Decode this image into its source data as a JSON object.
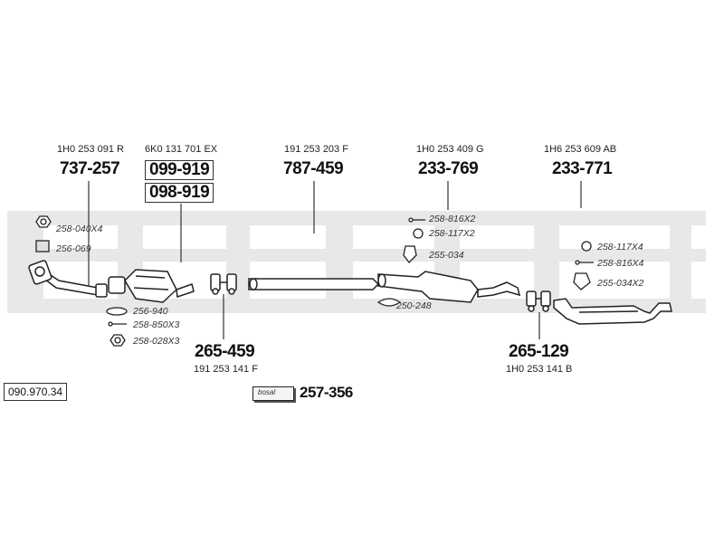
{
  "diagram_id": "090.970.34",
  "assemblies": [
    {
      "oem": "1H0 253 091 R",
      "part": "737-257"
    },
    {
      "oem": "6K0 131 701 EX",
      "parts": [
        "099-919",
        "098-919"
      ]
    },
    {
      "oem": "191 253 203 F",
      "part": "787-459"
    },
    {
      "oem": "1H0 253 409 G",
      "part": "233-769"
    },
    {
      "oem": "1H6 253 609 AB",
      "part": "233-771"
    },
    {
      "oem": "191 253 141 F",
      "part": "265-459"
    },
    {
      "oem": "1H0 253 141 B",
      "part": "265-129"
    }
  ],
  "accessories": {
    "a1": "258-040X4",
    "a2": "256-069",
    "a3": "256-940",
    "a4": "258-850X3",
    "a5": "258-028X3",
    "a6": "258-816X2",
    "a7": "258-117X2",
    "a8": "255-034",
    "a9": "250-248",
    "a10": "258-117X4",
    "a11": "258-816X4",
    "a12": "255-034X2"
  },
  "kit": {
    "part": "257-356",
    "tag_text": "bosal"
  },
  "colors": {
    "line": "#222222",
    "watermark": "#e6e6e6"
  }
}
